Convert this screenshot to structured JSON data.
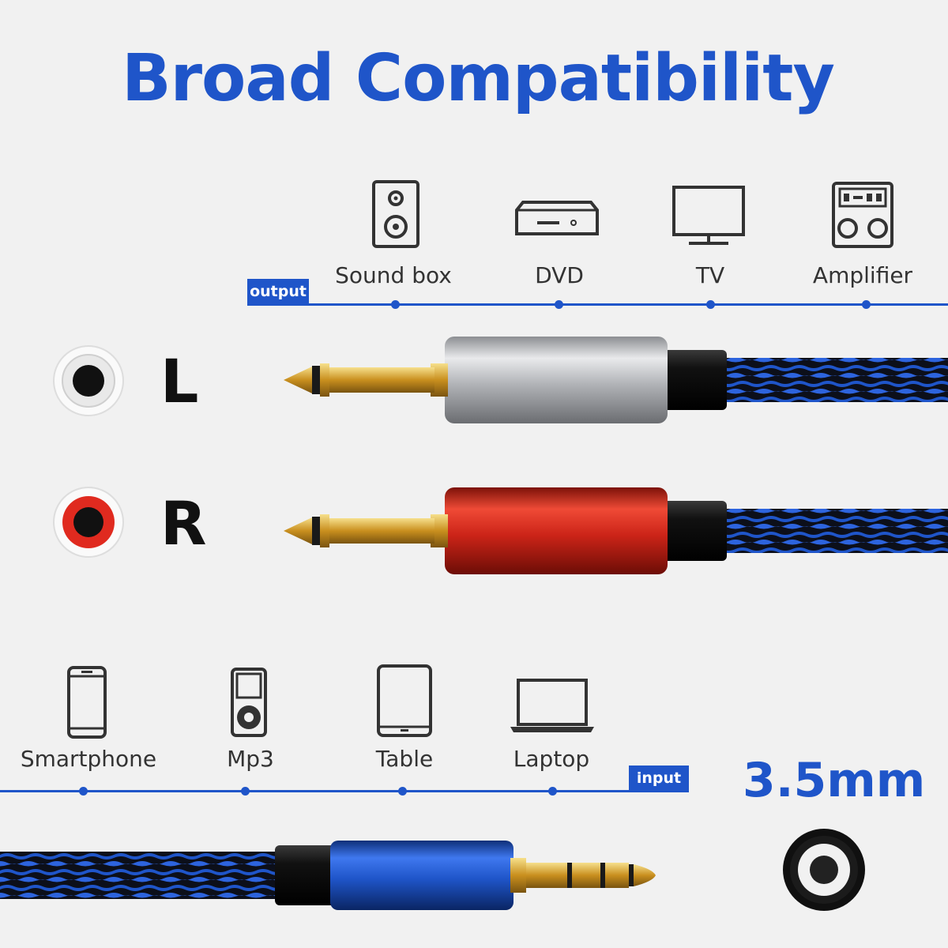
{
  "title": "Broad Compatibility",
  "output": {
    "tag": "output",
    "devices": [
      {
        "label": "Sound box",
        "icon": "speaker-icon"
      },
      {
        "label": "DVD",
        "icon": "dvd-player-icon"
      },
      {
        "label": "TV",
        "icon": "tv-icon"
      },
      {
        "label": "Amplifier",
        "icon": "amplifier-icon"
      }
    ]
  },
  "input": {
    "tag": "input",
    "devices": [
      {
        "label": "Smartphone",
        "icon": "smartphone-icon"
      },
      {
        "label": "Mp3",
        "icon": "mp3-player-icon"
      },
      {
        "label": "Table",
        "icon": "tablet-icon"
      },
      {
        "label": "Laptop",
        "icon": "laptop-icon"
      }
    ]
  },
  "channels": {
    "left": {
      "letter": "L",
      "jack_color": "#e9e9e9",
      "plug_color": "#b7b9bd"
    },
    "right": {
      "letter": "R",
      "jack_color": "#e02a1f",
      "plug_color": "#cc2418"
    }
  },
  "connector": {
    "size_label": "3.5mm",
    "plug_color": "#1f55c9"
  },
  "colors": {
    "accent": "#1f55c9",
    "background": "#f1f1f1",
    "gold": "#d8a83a"
  }
}
